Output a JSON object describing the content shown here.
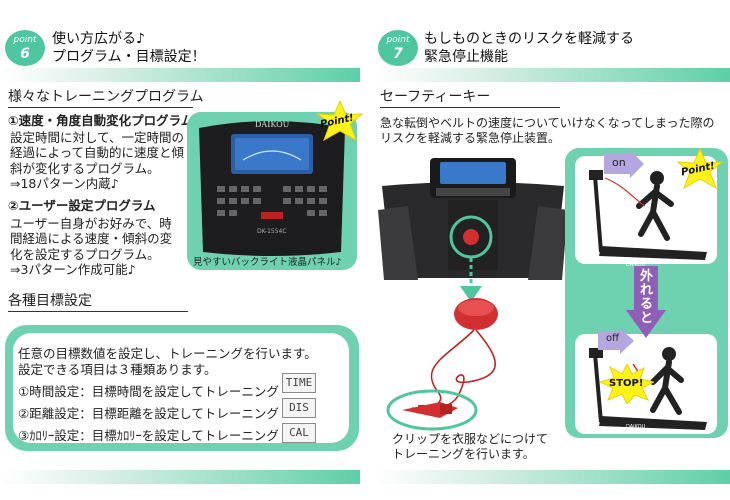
{
  "left": {
    "point_word": "point",
    "point_num": "6",
    "heading_line1": "使い方広がる♪",
    "heading_line2": "プログラム・目標設定！",
    "program_title": "様々なトレーニングプログラム",
    "item1_title": "①速度・角度自動変化プログラム",
    "item1_body": [
      "設定時間に対して、一定時間の",
      "経過によって自動的に速度と傾",
      "斜が変化するプログラム。",
      "⇒18パターン内蔵♪"
    ],
    "item2_title": "②ユーザー設定プログラム",
    "item2_body": [
      "ユーザー自身がお好みで、時",
      "間経過による速度・傾斜の変",
      "化を設定するプログラム。",
      "⇒3パターン作成可能♪"
    ],
    "console_brand": "DAIKOU",
    "console_model": "DK-1554C",
    "point_sticker": "Point!",
    "caption": "見やすいバックライト液晶パネル♪",
    "goals_title": "各種目標設定",
    "goals_intro": [
      "任意の目標数値を設定し、トレーニングを行います。",
      "設定できる項目は３種類あります。"
    ],
    "goals": [
      {
        "label": "①時間設定：目標時間を設定してトレーニング",
        "lcd": "TIME"
      },
      {
        "label": "②距離設定：目標距離を設定してトレーニング",
        "lcd": "DIS"
      },
      {
        "label": "③ｶﾛﾘｰ設定：目標ｶﾛﾘｰを設定してトレーニング",
        "lcd": "CAL"
      }
    ]
  },
  "right": {
    "point_word": "point",
    "point_num": "7",
    "heading_line1": "もしものときのリスクを軽減する",
    "heading_line2": "緊急停止機能",
    "safety_title": "セーフティーキー",
    "safety_body": [
      "急な転倒やベルトの速度についていけなくなってしまった際の",
      "リスクを軽減する緊急停止装置。"
    ],
    "clip_caption": [
      "クリップを衣服などにつけて",
      "トレーニングを行います。"
    ],
    "on_label": "on",
    "off_label": "off",
    "arrow_text": "外れると",
    "stop_label": "STOP!",
    "point_sticker": "Point!",
    "brand": "DAIKOU"
  },
  "colors": {
    "accent": "#4fc6a0",
    "panel": "#6ed2b0",
    "arrow": "#8e5fb6",
    "key_red": "#d23030",
    "star": "#fff21a"
  }
}
